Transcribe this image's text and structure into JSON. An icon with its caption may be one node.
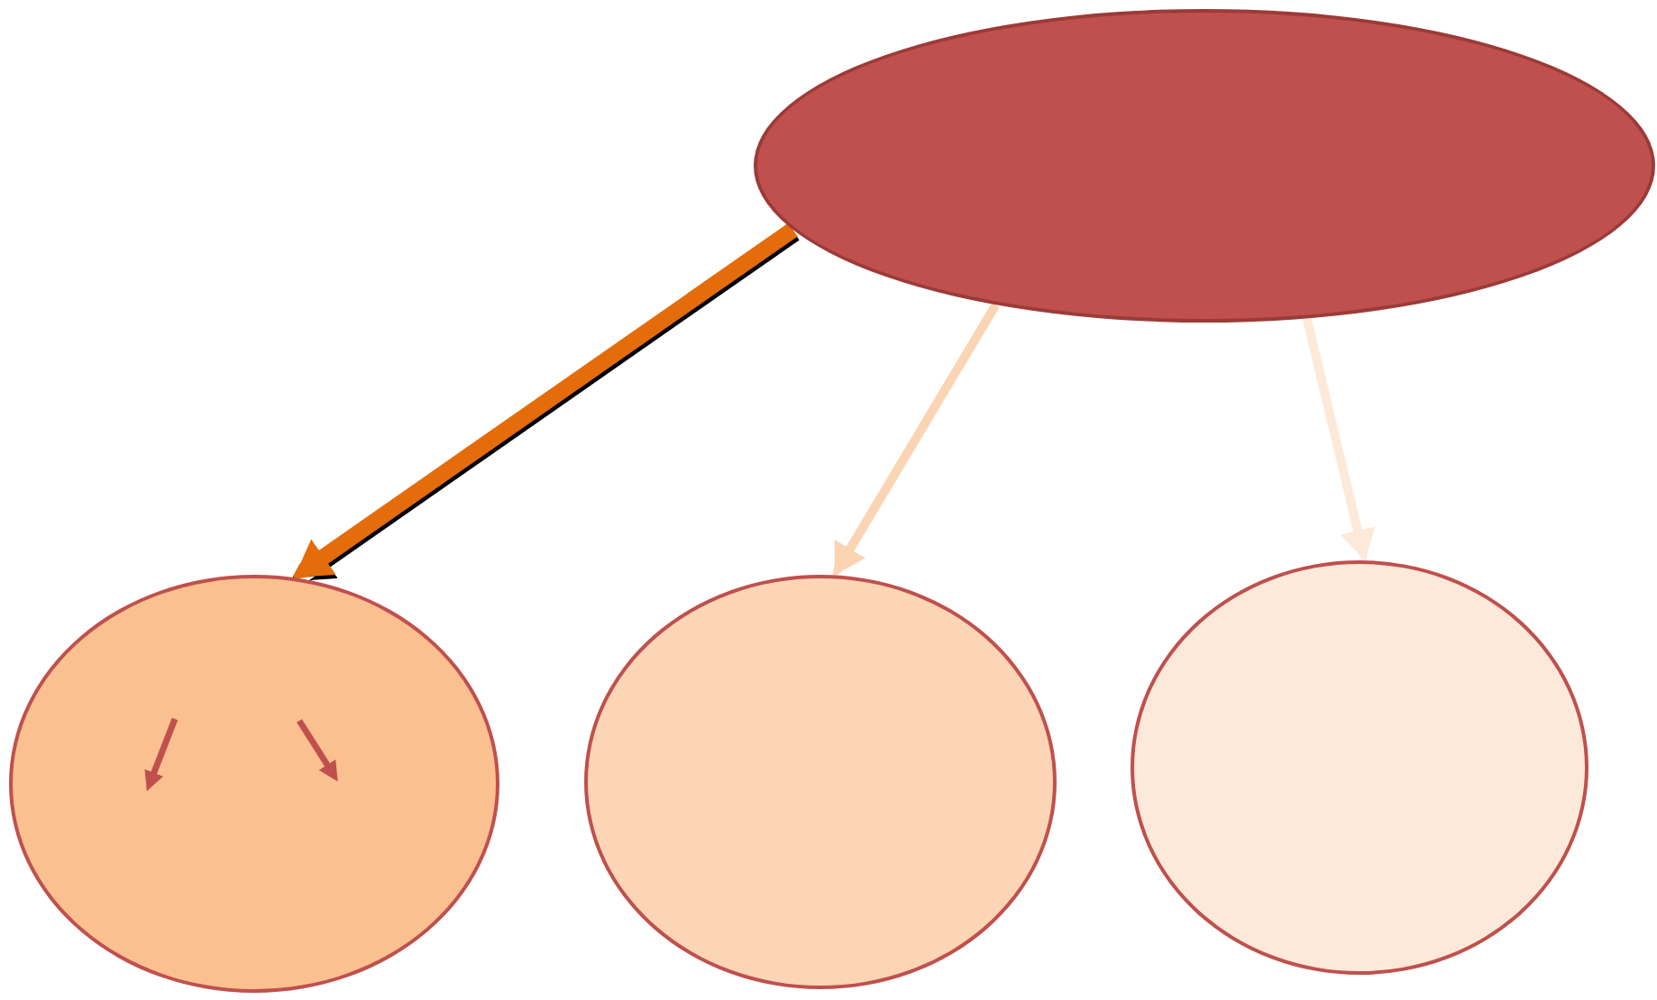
{
  "diagram": {
    "nodes": [
      {
        "text": [],
        "shape": "ellipse"
      },
      {
        "text": [],
        "shape": "ellipse"
      },
      {
        "text": [],
        "shape": "ellipse"
      },
      {
        "text": [],
        "shape": "ellipse"
      }
    ],
    "edges": [
      {
        "from": 0,
        "to": 1,
        "arrow": "to",
        "style": "thick",
        "color": "#e46c0a"
      },
      {
        "from": 0,
        "to": 2,
        "arrow": "to",
        "color": "#fbd4b4"
      },
      {
        "from": 0,
        "to": 3,
        "arrow": "to",
        "color": "#fde9d9"
      }
    ]
  }
}
